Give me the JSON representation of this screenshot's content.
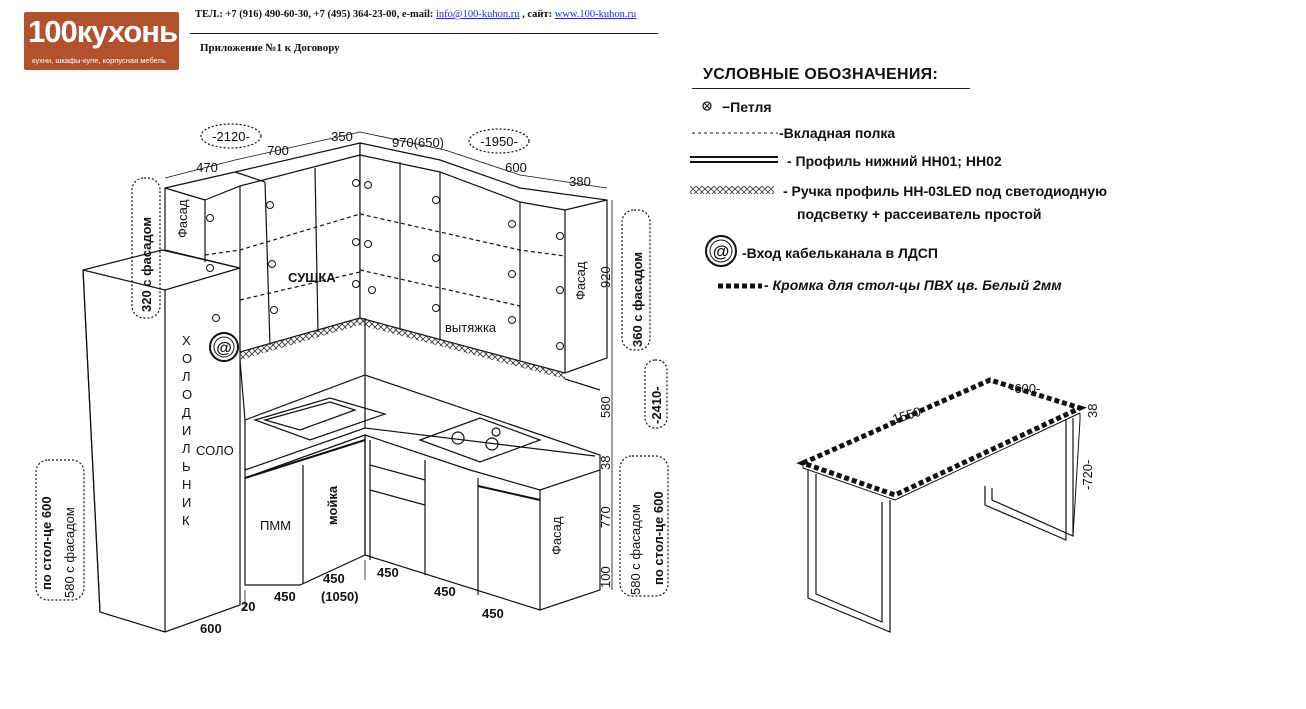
{
  "logo": {
    "brand": "100кухонь",
    "tagline": "кухни, шкафы-купе, корпусная мебель"
  },
  "header": {
    "contacts_prefix": "ТЕЛ.: +7 (916) 490-60-30, +7 (495) 364-23-00, e-mail: ",
    "email": "info@100-kuhon.ru",
    "site_prefix": " , сайт: ",
    "site": "www.100-kuhon.ru",
    "annex": "Приложение №1 к Договору"
  },
  "legend": {
    "title": "УСЛОВНЫЕ ОБОЗНАЧЕНИЯ:",
    "items": [
      {
        "symbol": "hinge",
        "label": "−Петля"
      },
      {
        "symbol": "dashed-line",
        "label": "-Вкладная полка"
      },
      {
        "symbol": "double-line",
        "label": "-  Профиль нижний НН01; НН02"
      },
      {
        "symbol": "crosshatch",
        "label": "- Ручка профиль НН-03LED под  светодиодную"
      },
      {
        "symbol": "none",
        "label": "подсветку + рассеиватель простой"
      },
      {
        "symbol": "at-sign",
        "label": "-Вход кабельканала в ЛДСП"
      },
      {
        "symbol": "dotted-thick",
        "label": "- Кромка для стол-цы ПВХ цв. Белый 2мм"
      }
    ]
  },
  "kitchen": {
    "dims_top": [
      "-2120-",
      "700",
      "350",
      "970(650)",
      "-1950-",
      "470",
      "600",
      "380"
    ],
    "vertical_left": "320 с фасадом",
    "vertical_right_upper": "360 с фасадом",
    "vertical_right_lower_1": "580 с фасадом",
    "vertical_right_lower_2": "по стол-це 600",
    "vertical_left_lower_1": "по стол-це 600",
    "vertical_left_lower_2": "580 с фасадом",
    "height_right": [
      "920",
      "580",
      "38",
      "770",
      "100"
    ],
    "total_height": "-2410-",
    "fridge_label": "ХОЛОДИЛЬНИК",
    "labels": {
      "drying": "СУШКА",
      "hood": "вытяжка",
      "solo": "СОЛО",
      "dishwasher": "ПММ",
      "sink": "мойка",
      "facade": "Фасад"
    },
    "dims_bottom": [
      "20",
      "450",
      "450",
      "(1050)",
      "450",
      "450",
      "450",
      "600"
    ],
    "cable_symbol": "@"
  },
  "table": {
    "dims": [
      "-1550-",
      "-600-",
      "38",
      "-720-"
    ]
  },
  "colors": {
    "logo_bg": "#b2512e",
    "link": "#1a2fd0",
    "line": "#111111"
  }
}
